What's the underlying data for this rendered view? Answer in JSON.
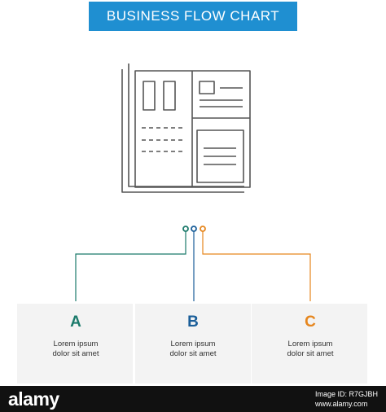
{
  "banner": {
    "title": "BUSINESS FLOW CHART",
    "color": "#1f8fd1"
  },
  "icon": {
    "name": "wireframe-layout-icon"
  },
  "steps": [
    {
      "letter": "A",
      "line1": "Lorem ipsum",
      "line2": "dolor sit amet",
      "color": "#1b7a6b"
    },
    {
      "letter": "B",
      "line1": "Lorem ipsum",
      "line2": "dolor sit amet",
      "color": "#1a5e99"
    },
    {
      "letter": "C",
      "line1": "Lorem ipsum",
      "line2": "dolor sit amet",
      "color": "#e6861d"
    }
  ],
  "footer": {
    "logo": "alamy",
    "image_id_label": "Image ID: R7GJBH",
    "site": "www.alamy.com"
  }
}
